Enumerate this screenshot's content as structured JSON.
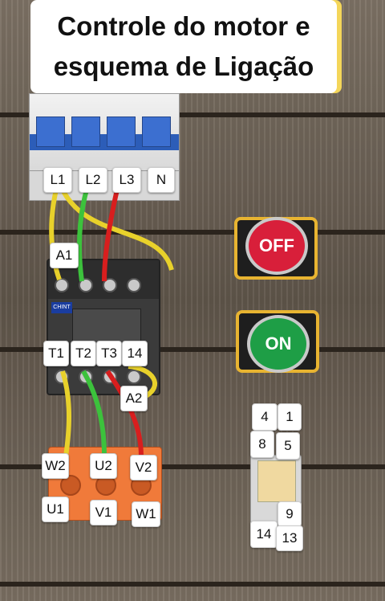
{
  "title": {
    "line1": "Controle do motor e",
    "line2": "esquema de Ligação"
  },
  "breaker_labels": [
    "L1",
    "L2",
    "L3",
    "N"
  ],
  "aux_label_top": "A1",
  "contactor_labels": [
    "T1",
    "T2",
    "T3",
    "14"
  ],
  "aux_label_bottom": "A2",
  "contactor_brand": "CHINT",
  "terminal_labels_top": [
    "W2",
    "U2",
    "V2"
  ],
  "terminal_labels_bottom": [
    "U1",
    "V1",
    "W1"
  ],
  "buttons": {
    "off_label": "OFF",
    "on_label": "ON"
  },
  "relay_labels": [
    "4",
    "1",
    "8",
    "5",
    "9",
    "14",
    "13"
  ],
  "colors": {
    "wire_yellow": "#e8d12b",
    "wire_green": "#3cc23c",
    "wire_red": "#d81e1e",
    "off_red": "#d81f3a",
    "on_green": "#1e9e46",
    "title_accent": "#f4d65a"
  }
}
